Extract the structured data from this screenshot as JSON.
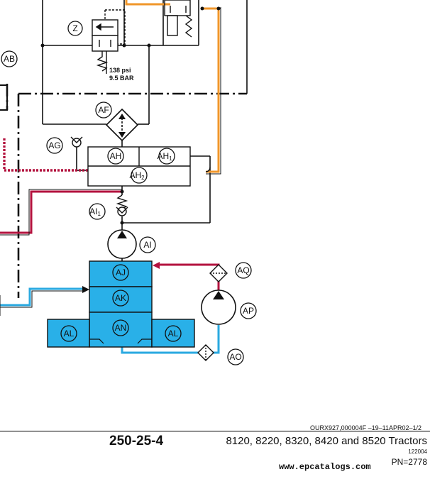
{
  "colors": {
    "line": "#111111",
    "orange": "#f0962a",
    "red": "#b3123e",
    "blue": "#2aa9e0",
    "component_fill": "#29b0e8"
  },
  "labels": {
    "z": "Z",
    "ab": "AB",
    "af": "AF",
    "ag": "AG",
    "ah": "AH",
    "ah1": "AH",
    "ah1_sub": "1",
    "ah2": "AH",
    "ah2_sub": "2",
    "ai1": "AI",
    "ai1_sub": "1",
    "ai": "AI",
    "aj": "AJ",
    "ak": "AK",
    "an": "AN",
    "al_left": "AL",
    "al_right": "AL",
    "aq": "AQ",
    "ap": "AP",
    "ao": "AO"
  },
  "valve_setting": {
    "psi": "138 psi",
    "bar": "9.5 BAR"
  },
  "footer": {
    "reference": "OURX927,000004F  –19–11APR02–1/2",
    "page_number": "250-25-4",
    "models": "8120, 8220, 8320, 8420 and 8520 Tractors",
    "code": "122004",
    "website": "www.epcatalogs.com",
    "pn": "PN=2778"
  }
}
